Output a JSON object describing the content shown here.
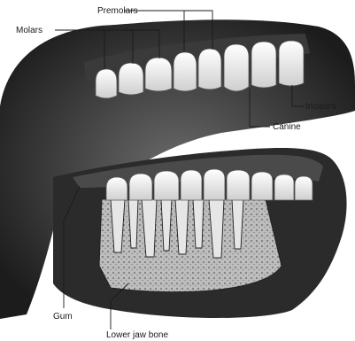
{
  "figure": {
    "labels": {
      "molars": "Molars",
      "premolars": "Premolars",
      "incisors": "Incisors",
      "canine": "Canine",
      "gum": "Gum",
      "lower_jaw_bone": "Lower jaw bone"
    }
  }
}
